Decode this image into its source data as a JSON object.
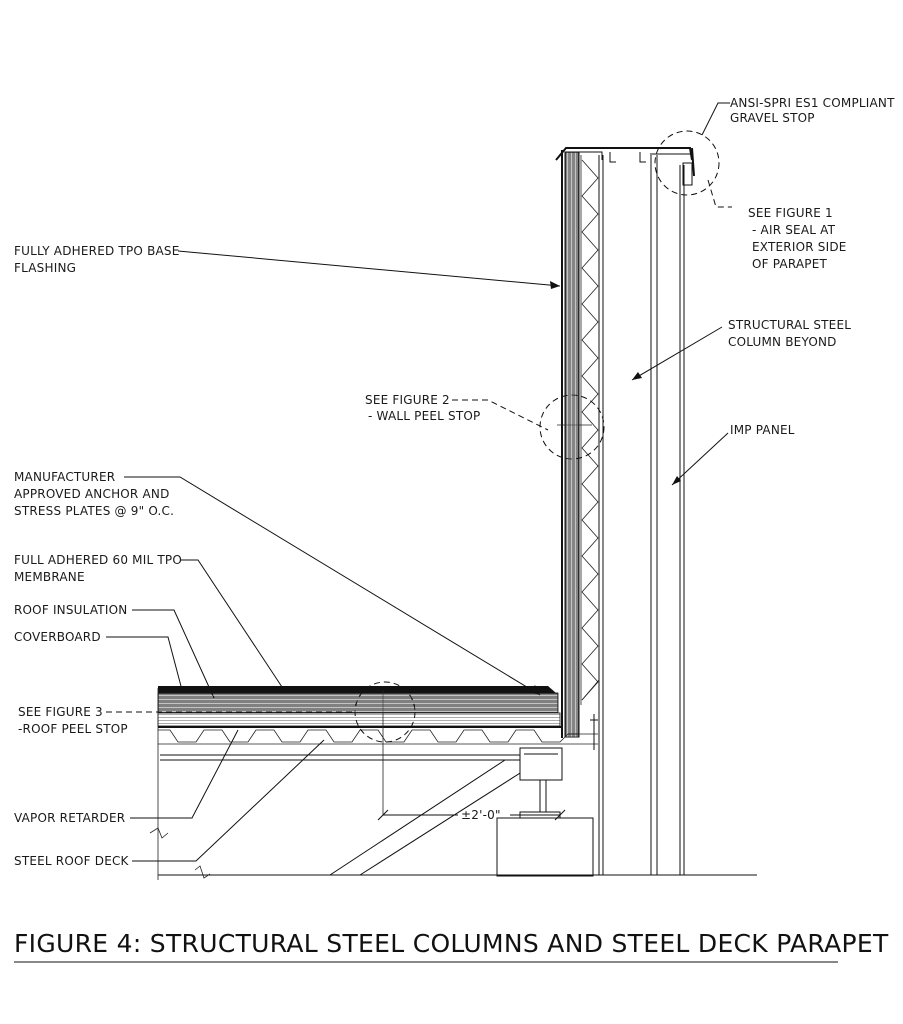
{
  "labels": {
    "gravel_stop": [
      "ANSI-SPRI ES1 COMPLIANT",
      "GRAVEL STOP"
    ],
    "fig1": [
      "SEE FIGURE 1",
      "- AIR SEAL AT",
      "EXTERIOR SIDE",
      "OF PARAPET"
    ],
    "base_flashing": [
      "FULLY ADHERED TPO BASE",
      "FLASHING"
    ],
    "steel_column": [
      "STRUCTURAL STEEL",
      "COLUMN BEYOND"
    ],
    "fig2": [
      "SEE FIGURE 2",
      "- WALL PEEL STOP"
    ],
    "imp_panel": [
      "IMP PANEL"
    ],
    "anchor": [
      "MANUFACTURER",
      "APPROVED ANCHOR AND",
      "STRESS PLATES @ 9\" O.C."
    ],
    "membrane": [
      "FULL ADHERED 60 MIL TPO",
      "MEMBRANE"
    ],
    "insulation": [
      "ROOF INSULATION"
    ],
    "coverboard": [
      "COVERBOARD"
    ],
    "fig3": [
      "SEE FIGURE 3",
      "-ROOF PEEL STOP"
    ],
    "vapor": [
      "VAPOR RETARDER"
    ],
    "deck": [
      "STEEL ROOF DECK"
    ]
  },
  "dimension": "±2'-0\"",
  "caption": "FIGURE 4: STRUCTURAL STEEL COLUMNS AND STEEL DECK PARAPET"
}
